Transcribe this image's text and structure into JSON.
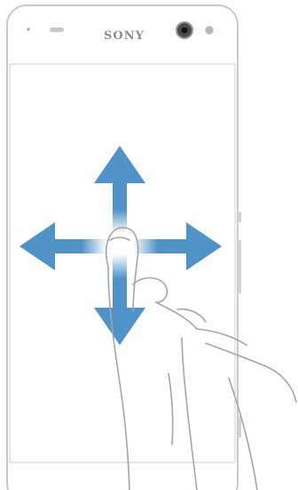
{
  "device": {
    "brand_label": "SONY",
    "body_color": "#ffffff",
    "outline_color": "#c9c9c9"
  },
  "gesture": {
    "type": "drag-in-all-directions",
    "arrow_color": "#4f93c8",
    "directions": [
      "up",
      "down",
      "left",
      "right"
    ],
    "icons": [
      "pointing-finger-icon"
    ]
  }
}
